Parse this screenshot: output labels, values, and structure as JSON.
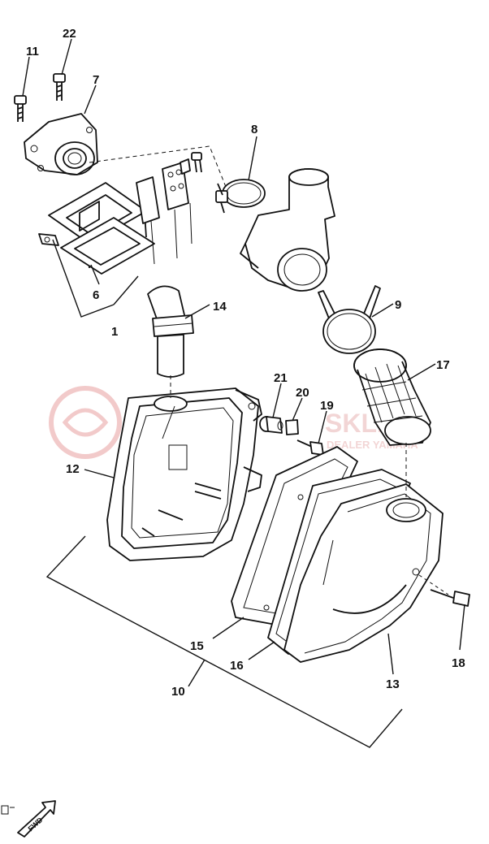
{
  "diagram": {
    "callouts": [
      "1",
      "6",
      "7",
      "8",
      "9",
      "10",
      "11",
      "12",
      "13",
      "14",
      "15",
      "16",
      "17",
      "18",
      "19",
      "20",
      "21",
      "22"
    ],
    "fwd_label": "FWD",
    "watermark": {
      "line1": "SKLEP",
      "line2": "DEALER YAMAHA",
      "color": "#e9b4b4"
    }
  }
}
